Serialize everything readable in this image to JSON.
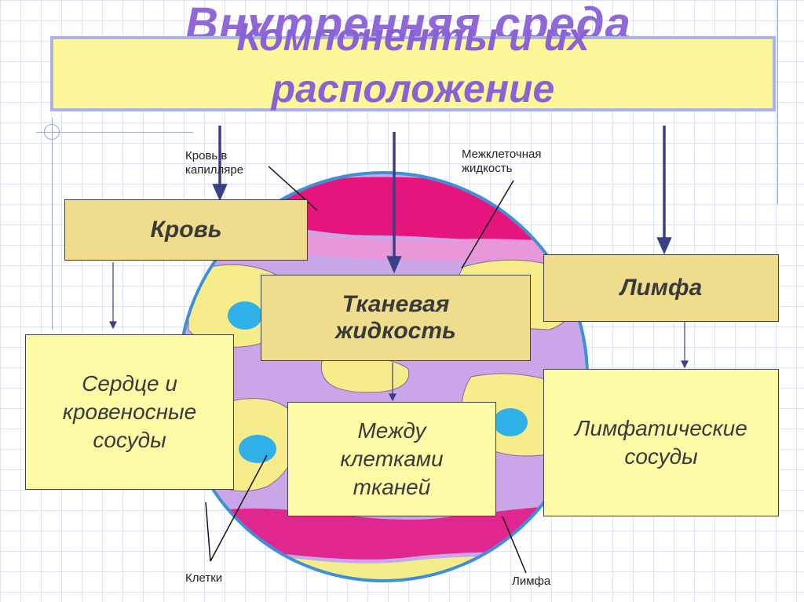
{
  "title": {
    "back_text": "Внутренняя среда организма",
    "line1": "Компоненты и их",
    "line2": "расположение"
  },
  "image_labels": {
    "capillary_blood": "Кровь в капилляре",
    "intercellular_fluid": "Межклеточная жидкость",
    "cells": "Клетки",
    "lymph": "Лимфа"
  },
  "components": [
    {
      "name": "Кровь",
      "location": "Сердце и кровеносные сосуды"
    },
    {
      "name": "Тканевая жидкость",
      "location": "Между клетками тканей"
    },
    {
      "name": "Лимфа",
      "location": "Лимфатические сосуды"
    }
  ],
  "colors": {
    "header_fill": "#efdc8d",
    "location_fill": "#fdfba6",
    "title_color": "#8a62d6",
    "arrow_color": "#3b3f86"
  }
}
